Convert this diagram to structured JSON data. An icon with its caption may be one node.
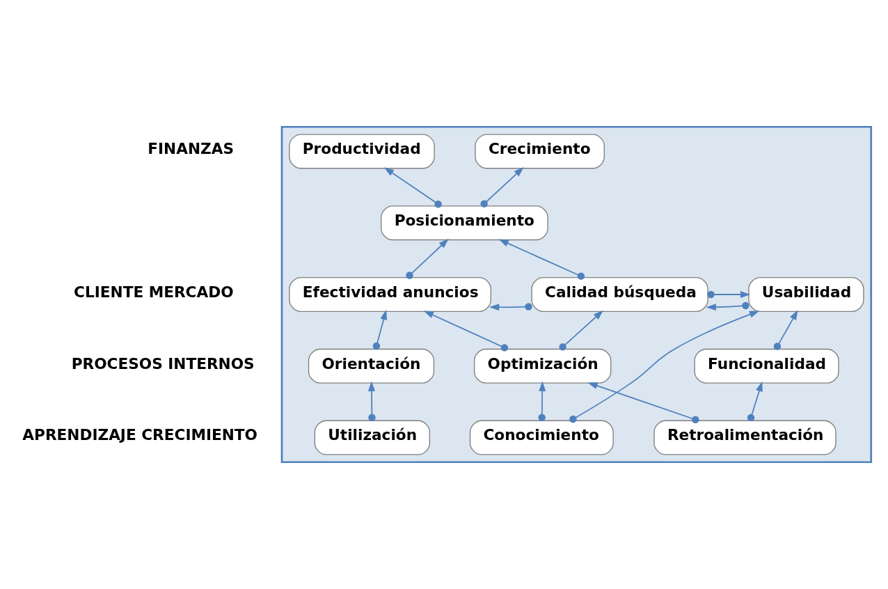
{
  "diagram": {
    "nodes": [
      {
        "text": [],
        "shape": "box"
      },
      {
        "text": [
          "Productividad"
        ],
        "in": 0
      },
      {
        "text": [
          "Crecimiento"
        ],
        "in": 0
      },
      {
        "text": [
          "Posicionamiento"
        ],
        "in": 0
      },
      {
        "text": [
          "Efectividad anuncios"
        ],
        "in": 0
      },
      {
        "text": [
          "Calidad búsqueda"
        ],
        "in": 0
      },
      {
        "text": [
          "Usabilidad"
        ],
        "in": 0
      },
      {
        "text": [
          "Orientación"
        ],
        "in": 0
      },
      {
        "text": [
          "Optimización"
        ],
        "in": 0
      },
      {
        "text": [
          "Funcionalidad"
        ],
        "in": 0
      },
      {
        "text": [
          "Utilización"
        ],
        "in": 0
      },
      {
        "text": [
          "Conocimiento"
        ],
        "in": 0
      },
      {
        "text": [
          "Retroalimentación"
        ],
        "in": 0
      }
    ],
    "edges": [
      {
        "from": 3,
        "to": 1,
        "arrow": "to"
      },
      {
        "from": 3,
        "to": 2,
        "arrow": "to"
      },
      {
        "from": 4,
        "to": 3,
        "arrow": "to"
      },
      {
        "from": 5,
        "to": 3,
        "arrow": "to"
      },
      {
        "from": 5,
        "to": 6,
        "arrow": "to"
      },
      {
        "from": 5,
        "to": 4,
        "arrow": "to"
      },
      {
        "from": 6,
        "to": 5,
        "arrow": "to"
      },
      {
        "from": 7,
        "to": 4,
        "arrow": "to"
      },
      {
        "from": 8,
        "to": 5,
        "arrow": "to"
      },
      {
        "from": 8,
        "to": 4,
        "arrow": "to"
      },
      {
        "from": 9,
        "to": 6,
        "arrow": "to"
      },
      {
        "from": 10,
        "to": 7,
        "arrow": "to"
      },
      {
        "from": 11,
        "to": 8,
        "arrow": "to"
      },
      {
        "from": 11,
        "to": 6,
        "arrow": "to"
      },
      {
        "from": 12,
        "to": 8,
        "arrow": "to"
      },
      {
        "from": 12,
        "to": 9,
        "arrow": "to"
      }
    ],
    "labels": [
      "FINANZAS",
      "CLIENTE MERCADO",
      "PROCESOS INTERNOS",
      "APRENDIZAJE CRECIMIENTO"
    ]
  }
}
